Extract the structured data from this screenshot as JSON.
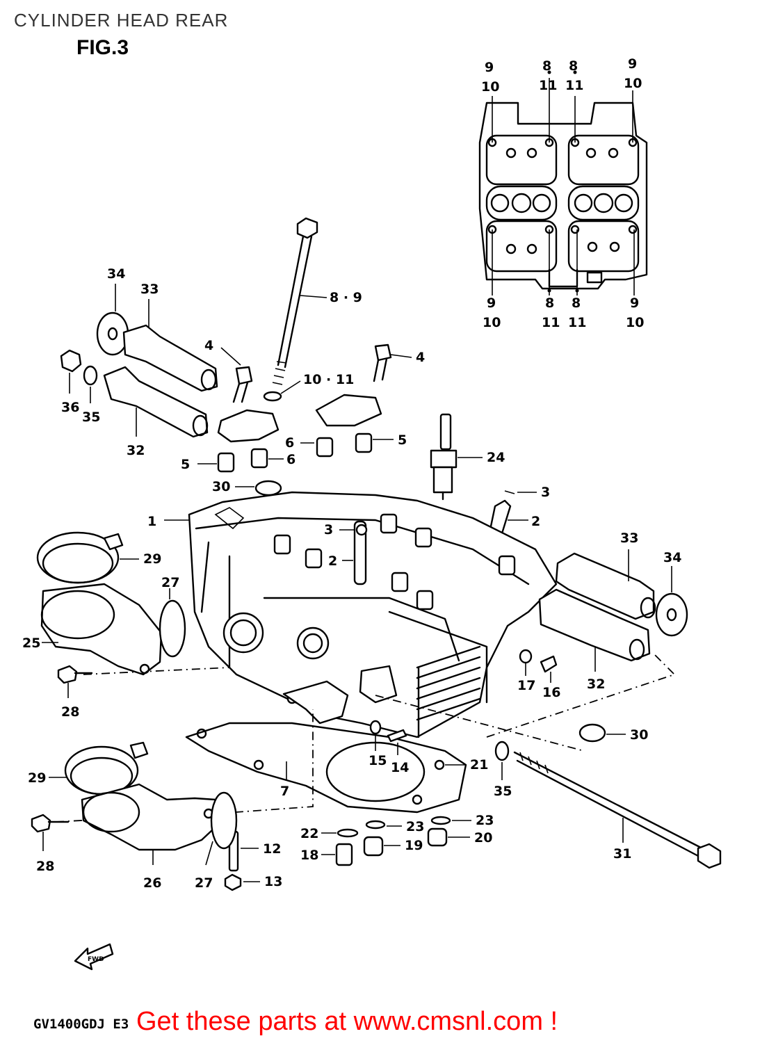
{
  "page_title": "CYLINDER HEAD REAR",
  "figure_label": "FIG.3",
  "model_code": "GV1400GDJ E3",
  "promo_link": "Get these parts at www.cmsnl.com !",
  "fwd_arrow_text": "FWD",
  "callouts": {
    "c1": "1",
    "c2a": "2",
    "c2b": "2",
    "c3a": "3",
    "c3b": "3",
    "c4a": "4",
    "c4b": "4",
    "c5a": "5",
    "c5b": "5",
    "c6a": "6",
    "c6b": "6",
    "c7": "7",
    "c8_9": "8 · 9",
    "c10_11": "10 · 11",
    "c12": "12",
    "c13": "13",
    "c14": "14",
    "c15": "15",
    "c16": "16",
    "c17": "17",
    "c18": "18",
    "c19": "19",
    "c20": "20",
    "c21": "21",
    "c22": "22",
    "c23a": "23",
    "c23b": "23",
    "c24": "24",
    "c25": "25",
    "c26": "26",
    "c27a": "27",
    "c27b": "27",
    "c28a": "28",
    "c28b": "28",
    "c29a": "29",
    "c29b": "29",
    "c30a": "30",
    "c30b": "30",
    "c31": "31",
    "c32a": "32",
    "c32b": "32",
    "c33a": "33",
    "c33b": "33",
    "c34a": "34",
    "c34b": "34",
    "c35a": "35",
    "c35b": "35",
    "c36": "36"
  },
  "inset_labels": {
    "t9a": "9",
    "t10a": "10",
    "t8a": "8",
    "t11a": "11",
    "t8b": "8",
    "t11b": "11",
    "t9b": "9",
    "t10b": "10",
    "b9a": "9",
    "b10a": "10",
    "b8a": "8",
    "b11a": "11",
    "b8b": "8",
    "b11b": "11",
    "b9b": "9",
    "b10b": "10"
  }
}
